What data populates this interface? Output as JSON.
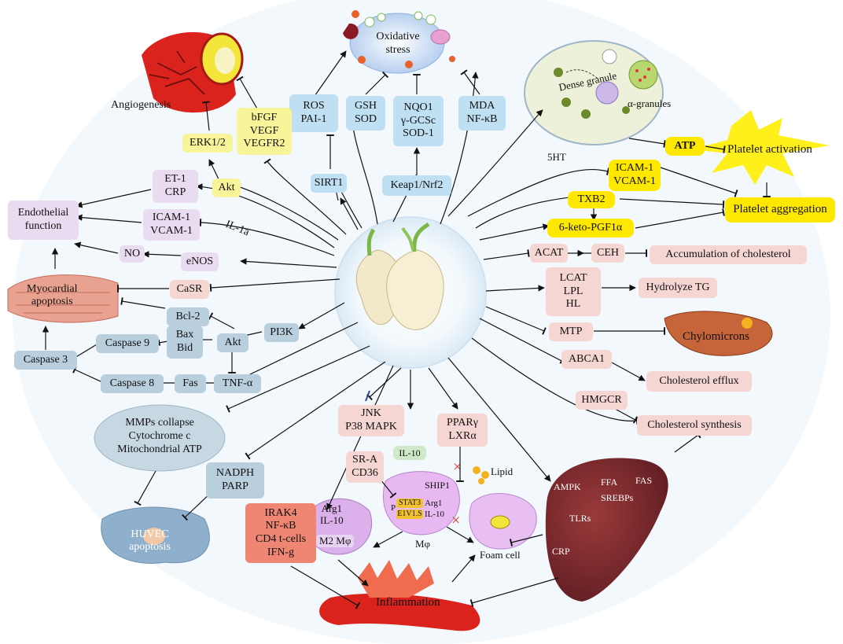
{
  "top": {
    "oxidative_stress": [
      "Oxidative",
      "stress"
    ],
    "ros_pai": [
      "ROS",
      "PAI-1"
    ],
    "gsh_sod": [
      "GSH",
      "SOD"
    ],
    "nqo1": [
      "NQO1",
      "γ-GCSc",
      "SOD-1"
    ],
    "mda": [
      "MDA",
      "NF-κB"
    ],
    "sirt1": "SIRT1",
    "keap1": "Keap1/Nrf2"
  },
  "angiogenesis": {
    "label": "Angiogenesis",
    "factors": [
      "bFGF",
      "VEGF",
      "VEGFR2"
    ],
    "erk": "ERK1/2",
    "akt": "Akt"
  },
  "endothelial": {
    "function": [
      "Endothelial",
      "function"
    ],
    "et1_crp": [
      "ET-1",
      "CRP"
    ],
    "icam_vcam": [
      "ICAM-1",
      "VCAM-1"
    ],
    "il1a": "IL-1a",
    "no": "NO",
    "enos": "eNOS"
  },
  "apoptosis": {
    "myocardial": [
      "Myocardial",
      "apoptosis"
    ],
    "casr": "CaSR",
    "bcl2": "Bcl-2",
    "pi3k": "PI3K",
    "bax_bid": [
      "Bax",
      "Bid"
    ],
    "akt": "Akt",
    "caspase9": "Caspase 9",
    "caspase3": "Caspase 3",
    "caspase8": "Caspase 8",
    "fas": "Fas",
    "tnfa": "TNF-α"
  },
  "platelet": {
    "dense_granule": "Dense granule",
    "alpha_granules": "α-granules",
    "serotonin": "5HT",
    "atp": "ATP",
    "activation": "Platelet activation",
    "icam_vcam": [
      "ICAM-1",
      "VCAM-1"
    ],
    "txb2": "TXB2",
    "pgf": "6-keto-PGF1α",
    "aggregation": "Platelet aggregation"
  },
  "lipid": {
    "acat": "ACAT",
    "ceh": "CEH",
    "accumulation": "Accumulation of cholesterol",
    "lcat": [
      "LCAT",
      "LPL",
      "HL"
    ],
    "hydrolyze": "Hydrolyze TG",
    "mtp": "MTP",
    "chylomicrons": "Chylomicrons",
    "abca1": "ABCA1",
    "efflux": "Cholesterol efflux",
    "hmgcr": "HMGCR",
    "synthesis": "Cholesterol synthesis"
  },
  "mito": {
    "lines": [
      "MMPs collapse",
      "Cytochrome c",
      "Mitochondrial ATP"
    ],
    "nadph": [
      "NADPH",
      "PARP"
    ],
    "huvec": [
      "HUVEC",
      "apoptosis"
    ]
  },
  "inflammation": {
    "irak": [
      "IRAK4",
      "NF-κB",
      "CD4 t-cells",
      "IFN-g"
    ],
    "m2_markers": [
      "Arg1",
      "IL-10"
    ],
    "m2": "M2 Mφ",
    "jnk": [
      "JNK",
      "P38 MAPK"
    ],
    "sra": [
      "SR-A",
      "CD36"
    ],
    "il10": "IL-10",
    "ship1": "SHIP1",
    "stat3": "STAT3",
    "etv": "E1V1.S",
    "p": "P",
    "arg1": "Arg1",
    "il10b": "IL-10",
    "mphi": "Mφ",
    "ppar": [
      "PPARγ",
      "LXRα"
    ],
    "lipid": "Lipid",
    "foam": "Foam cell",
    "inflammation": "Inflammation"
  },
  "liver": {
    "ampk": "AMPK",
    "ffa": "FFA",
    "fas": "FAS",
    "srebps": "SREBPs",
    "tlrs": "TLRs",
    "crp": "CRP"
  },
  "colors": {
    "blue_box": "#bfe0f2",
    "yellow_box": "#f8f49a",
    "lavender_box": "#eadcf0",
    "pink_box": "#f6d6d2",
    "slate_box": "#b9cfde",
    "bright_yellow": "#ffe800",
    "red_box": "#ef8573"
  }
}
